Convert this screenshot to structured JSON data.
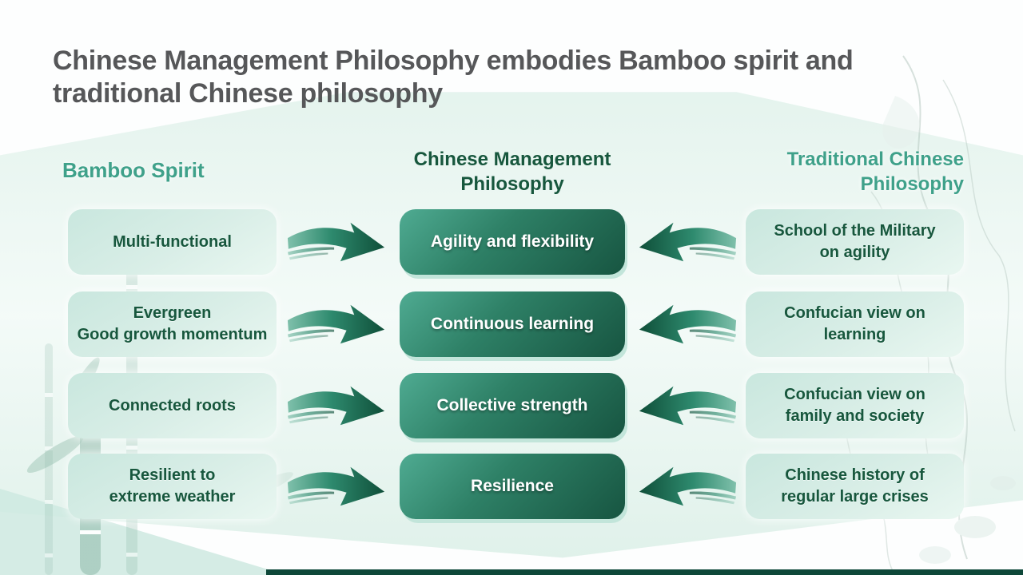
{
  "slide": {
    "title": "Chinese Management Philosophy embodies Bamboo spirit and\ntraditional Chinese philosophy"
  },
  "columns": {
    "left_header": "Bamboo Spirit",
    "center_header": "Chinese Management\nPhilosophy",
    "right_header": "Traditional Chinese\nPhilosophy"
  },
  "rows": [
    {
      "left": "Multi-functional",
      "center": "Agility and flexibility",
      "right": "School of the Military\non agility"
    },
    {
      "left": "Evergreen\nGood growth momentum",
      "center": "Continuous learning",
      "right": "Confucian view on\nlearning"
    },
    {
      "left": "Connected roots",
      "center": "Collective strength",
      "right": "Confucian view on\nfamily and society"
    },
    {
      "left": "Resilient to\nextreme weather",
      "center": "Resilience",
      "right": "Chinese history of\nregular large crises"
    }
  ],
  "icons": {
    "arrow_right": "brush-arrow-right",
    "arrow_left": "brush-arrow-left"
  },
  "colors": {
    "accent_teal": "#3fa18a",
    "dark_green_text": "#17573d",
    "center_box_gradient_start": "#4fab92",
    "center_box_gradient_end": "#175541",
    "light_box_fill": "#cde8e0",
    "title_gray": "#565759",
    "bottom_bar": "#0e4839"
  }
}
